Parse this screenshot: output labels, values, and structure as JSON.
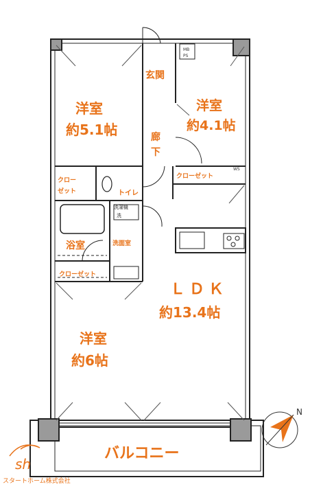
{
  "rooms": {
    "western_a_name": "洋室",
    "western_a_size": "約5.1帖",
    "western_b_name": "洋室",
    "western_b_size": "約4.1帖",
    "western_c_name": "洋室",
    "western_c_size": "約6帖",
    "entrance": "玄関",
    "hall_1": "廊",
    "hall_2": "下",
    "closet_1a": "クロー",
    "closet_1b": "ゼット",
    "closet_2": "クローゼット",
    "closet_3": "クローゼット",
    "toilet": "トイレ",
    "washroom": "洗面室",
    "bath": "浴室",
    "ldk_name": "ＬＤＫ",
    "ldk_size": "約13.4帖",
    "balcony": "バルコニー"
  },
  "small_marks": {
    "mb": "MB",
    "ps": "PS",
    "wash_machine": "洗濯機",
    "wm": "洗",
    "ws": "WS"
  },
  "compass": {
    "north": "N"
  },
  "logo": {
    "mark": "sh",
    "company": "スタートホーム株式会社"
  }
}
